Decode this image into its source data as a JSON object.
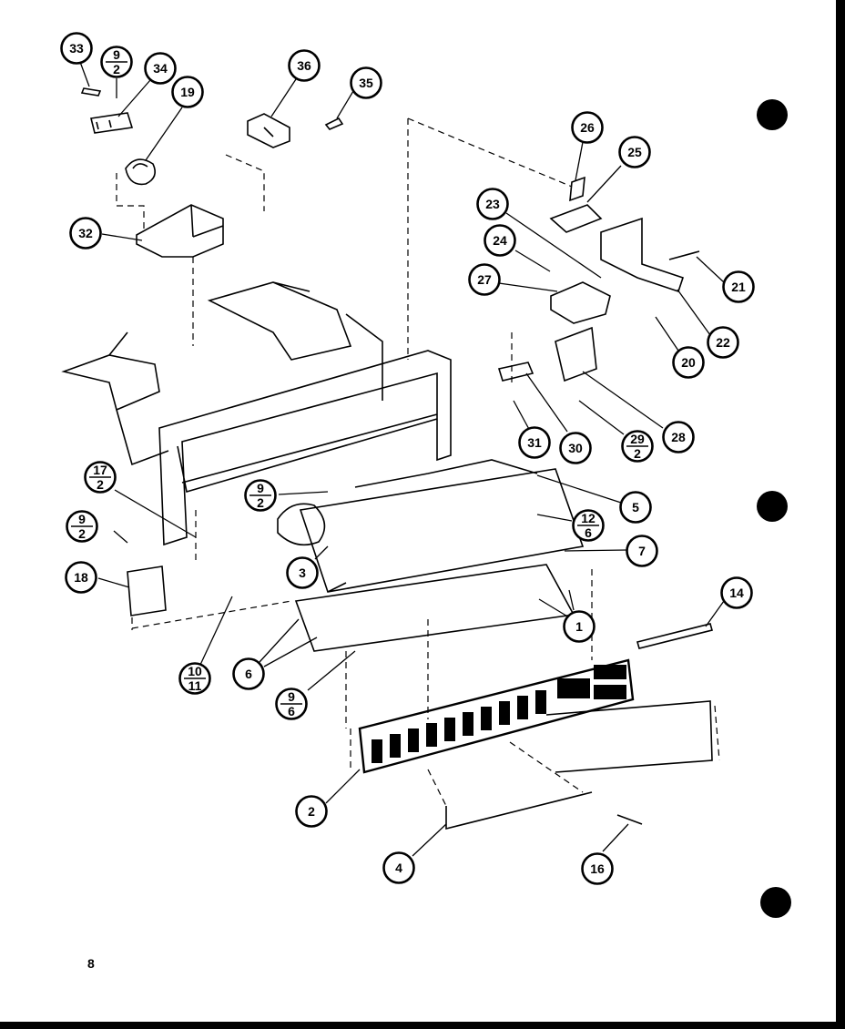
{
  "page_number": "8",
  "callouts": [
    {
      "id": "c33",
      "label": "33"
    },
    {
      "id": "c9-2a",
      "num": "9",
      "den": "2"
    },
    {
      "id": "c34",
      "label": "34"
    },
    {
      "id": "c19",
      "label": "19"
    },
    {
      "id": "c36",
      "label": "36"
    },
    {
      "id": "c35",
      "label": "35"
    },
    {
      "id": "c32",
      "label": "32"
    },
    {
      "id": "c26",
      "label": "26"
    },
    {
      "id": "c25",
      "label": "25"
    },
    {
      "id": "c23",
      "label": "23"
    },
    {
      "id": "c24",
      "label": "24"
    },
    {
      "id": "c27",
      "label": "27"
    },
    {
      "id": "c21",
      "label": "21"
    },
    {
      "id": "c22",
      "label": "22"
    },
    {
      "id": "c20",
      "label": "20"
    },
    {
      "id": "c31",
      "label": "31"
    },
    {
      "id": "c30",
      "label": "30"
    },
    {
      "id": "c29-2",
      "num": "29",
      "den": "2"
    },
    {
      "id": "c28",
      "label": "28"
    },
    {
      "id": "c17-2",
      "num": "17",
      "den": "2"
    },
    {
      "id": "c9-2b",
      "num": "9",
      "den": "2"
    },
    {
      "id": "c5",
      "label": "5"
    },
    {
      "id": "c9-2c",
      "num": "9",
      "den": "2"
    },
    {
      "id": "c12-6",
      "num": "12",
      "den": "6"
    },
    {
      "id": "c7",
      "label": "7"
    },
    {
      "id": "c18",
      "label": "18"
    },
    {
      "id": "c3",
      "label": "3"
    },
    {
      "id": "c1",
      "label": "1"
    },
    {
      "id": "c14",
      "label": "14"
    },
    {
      "id": "c6",
      "label": "6"
    },
    {
      "id": "c10-11",
      "num": "10",
      "den": "11"
    },
    {
      "id": "c9-6",
      "num": "9",
      "den": "6"
    },
    {
      "id": "c2",
      "label": "2"
    },
    {
      "id": "c4",
      "label": "4"
    },
    {
      "id": "c16",
      "label": "16"
    }
  ]
}
